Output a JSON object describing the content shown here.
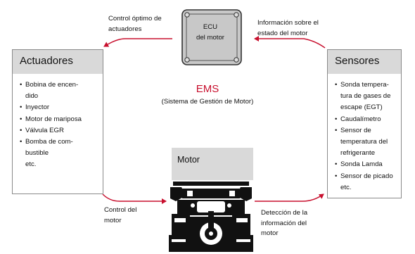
{
  "ecu": {
    "label_line1": "ECU",
    "label_line2": "del motor"
  },
  "ems": {
    "title": "EMS",
    "subtitle": "(Sistema de Gestión de Motor)"
  },
  "actuators": {
    "title": "Actuadores",
    "items": [
      {
        "text": "Bobina de encen-",
        "bullet": true
      },
      {
        "text": "dido",
        "bullet": false
      },
      {
        "text": "Inyector",
        "bullet": true
      },
      {
        "text": "Motor de mariposa",
        "bullet": true
      },
      {
        "text": "Válvula EGR",
        "bullet": true
      },
      {
        "text": "Bomba de com-",
        "bullet": true
      },
      {
        "text": "bustible",
        "bullet": false
      },
      {
        "text": "etc.",
        "bullet": false
      }
    ]
  },
  "sensors": {
    "title": "Sensores",
    "items": [
      {
        "text": "Sonda tempera-",
        "bullet": true
      },
      {
        "text": "tura de gases de",
        "bullet": false
      },
      {
        "text": "escape (EGT)",
        "bullet": false
      },
      {
        "text": "Caudalímetro",
        "bullet": true
      },
      {
        "text": "Sensor de",
        "bullet": true
      },
      {
        "text": "temperatura del",
        "bullet": false
      },
      {
        "text": "refrigerante",
        "bullet": false
      },
      {
        "text": "Sonda Lamda",
        "bullet": true
      },
      {
        "text": "Sensor de picado",
        "bullet": true
      },
      {
        "text": "etc.",
        "bullet": false
      }
    ]
  },
  "motor": {
    "title": "Motor"
  },
  "arrows": {
    "ecu_to_actuators": {
      "line1": "Control óptimo de",
      "line2": "actuadores"
    },
    "sensors_to_ecu": {
      "line1": "Información sobre el",
      "line2": "estado del motor"
    },
    "actuators_to_motor": {
      "line1": "Control del",
      "line2": "motor"
    },
    "motor_to_sensors": {
      "line1": "Detección de la",
      "line2": "información del",
      "line3": "motor"
    }
  },
  "colors": {
    "arrow": "#c8102e",
    "ems_title": "#c8102e",
    "header_gray": "#d9d9d9",
    "ecu_fill": "#c8c8c8",
    "border": "#8a8a8a"
  }
}
